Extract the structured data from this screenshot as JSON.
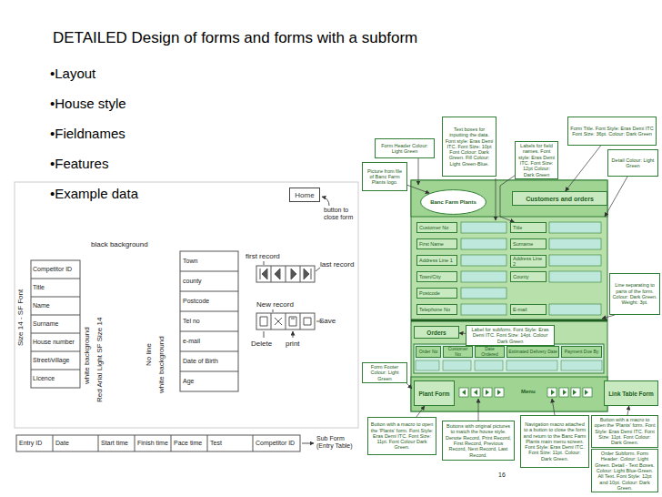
{
  "diagram": {
    "title": "DETAILED Design of forms and forms with a subform",
    "nodes": [
      {
        "text": [
          "Home"
        ]
      },
      {
        "text": [
          "Form Header Colour: Light Green"
        ]
      },
      {
        "text": [
          "Picture from file of Banc Farm Plants logo."
        ]
      },
      {
        "text": [
          "Text boxes for inputting the data. Font style: Eras Demi ITC. Font Size: 10pt Font Colour: Dark Green. Fill Colour: Light Green-Blue."
        ]
      },
      {
        "text": [
          "Labels for field names. Font style: Eras Demi ITC. Font Size: 12pt Colour: Dark Green"
        ]
      },
      {
        "text": [
          "Form Title. Font Style: Eras Demi ITC Font Size: 36pt. Colour: Dark Green"
        ]
      },
      {
        "text": [
          "Detail Colour: Light Green"
        ]
      },
      {
        "text": [
          "Banc Farm Plants"
        ]
      },
      {
        "text": [
          "Customers and orders"
        ]
      },
      {
        "text": [
          "Customer No"
        ]
      },
      {
        "text": [
          "Title"
        ]
      },
      {
        "text": [
          "First Name"
        ]
      },
      {
        "text": [
          "Surname"
        ]
      },
      {
        "text": [
          "Address Line 1"
        ]
      },
      {
        "text": [
          "Address Line 2"
        ]
      },
      {
        "text": [
          "Town/City"
        ]
      },
      {
        "text": [
          "County"
        ]
      },
      {
        "text": [
          "Postcode"
        ]
      },
      {
        "text": [
          "Telephone No"
        ]
      },
      {
        "text": [
          "E-mail"
        ]
      },
      {
        "text": [
          "Orders"
        ]
      },
      {
        "text": [
          "Label for subform. Font Style: Eras Demi ITC. Font Size: 14pt. Colour Dark Green"
        ]
      },
      {
        "text": [
          "Line separating to parts of the form. Colour: Dark Green. Weight: 3pt."
        ]
      },
      {
        "text": [
          "Order No"
        ]
      },
      {
        "text": [
          "Customer No"
        ]
      },
      {
        "text": [
          "Date Ordered"
        ]
      },
      {
        "text": [
          "Estimated Delivery Date"
        ]
      },
      {
        "text": [
          "Payment Due By"
        ]
      },
      {
        "text": [
          "Form Footer Colour: Light Green"
        ]
      },
      {
        "text": [
          "Plant Form"
        ]
      },
      {
        "text": [
          "Link Table Form"
        ]
      },
      {
        "text": [
          "Button with a macro to open the 'Plants' form. Font Style: Eras Demi ITC. Font Size: 11pt. Font Colour Dark Green."
        ]
      },
      {
        "text": [
          "Buttons with original pictures to match the house style. Denote Record, Print Record, First Record, Previous Record, Next Record, Last Record."
        ]
      },
      {
        "text": [
          "Navigation macro attached to a button to close the form and return to the Banc Farm Plants main menu screen. Font Style: Eras Demi ITC. Font Size: 11pt. Colour: Dark Green."
        ]
      },
      {
        "text": [
          "Button with a macro to open the 'Plants' form. Font Style: Eras Demi ITC. Font Size: 11pt. Font Colour: Dark Green."
        ]
      },
      {
        "text": [
          "Order Subform. Form Header: Colour: Light Green. Detail - Text Boxes. Colour: Light Blue-Green. All Text. Font Style: 12pt and 10pt. Colour: Dark Green."
        ]
      }
    ],
    "edges": [
      {
        "from": 2,
        "to": 7,
        "arrow": "to"
      },
      {
        "from": 4,
        "to": 10,
        "arrow": "to"
      },
      {
        "from": 5,
        "to": 8,
        "arrow": "to"
      },
      {
        "from": 21,
        "to": 20,
        "arrow": "to"
      },
      {
        "from": 31,
        "to": 29,
        "arrow": "to"
      },
      {
        "from": 34,
        "to": 30,
        "arrow": "to"
      }
    ],
    "labels": [
      "•Layout",
      "•House style",
      "•Fieldnames",
      "•Features",
      "•Example data",
      "button to close form",
      "black background",
      "Competitor ID",
      "Title",
      "Name",
      "Surname",
      "House number",
      "Street/village",
      "Licence",
      "Size 14 - SF Font",
      "white background",
      "Red Arial Light SF Size 14",
      "No line",
      "white background",
      "Town",
      "county",
      "Postcode",
      "Tel no",
      "e-mail",
      "Date of Birth",
      "Age",
      "first record",
      "last record",
      "New record",
      "Save",
      "Delete",
      "print",
      "Entry ID",
      "Date",
      "Start time",
      "Finish time",
      "Pace time",
      "Test",
      "Competitor ID",
      "Sub Form (Entry Table)",
      "Menu",
      "16"
    ]
  }
}
